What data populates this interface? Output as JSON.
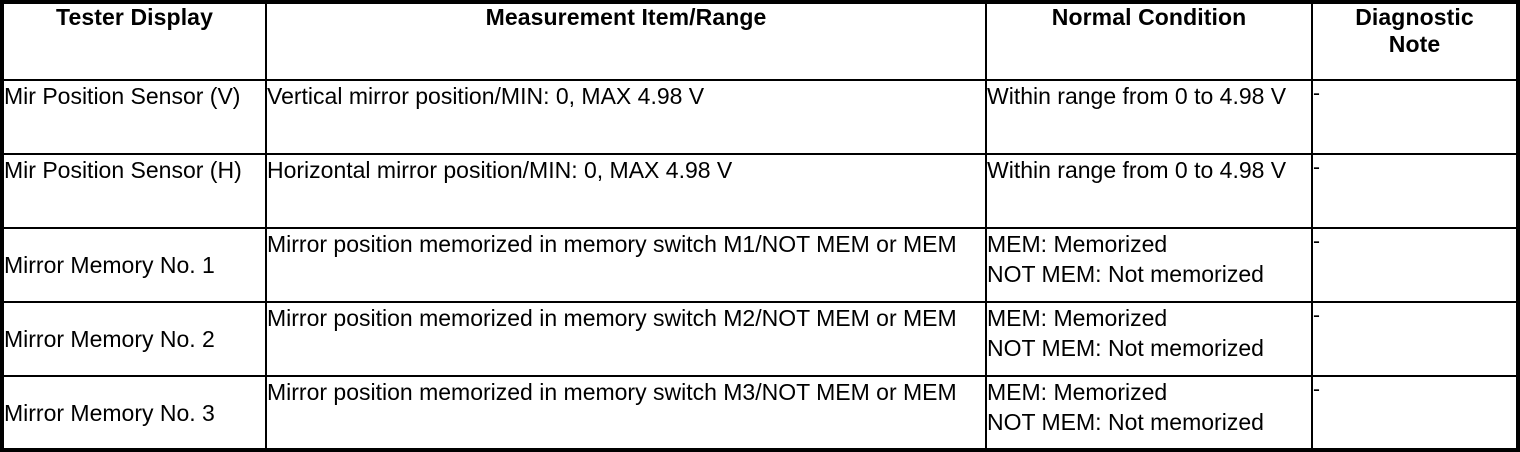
{
  "table": {
    "columns": [
      {
        "key": "tester_display",
        "header": "Tester Display"
      },
      {
        "key": "measurement_item_range",
        "header": "Measurement Item/Range"
      },
      {
        "key": "normal_condition",
        "header": "Normal Condition"
      },
      {
        "key": "diagnostic_note",
        "header": "Diagnostic\nNote"
      }
    ],
    "rows": [
      {
        "tester_display": "Mir Position Sensor (V)",
        "measurement_item_range": "Vertical mirror position/MIN: 0, MAX 4.98 V",
        "normal_condition": "Within range from 0 to 4.98 V",
        "diagnostic_note": "-"
      },
      {
        "tester_display": "Mir Position Sensor (H)",
        "measurement_item_range": "Horizontal mirror position/MIN: 0, MAX 4.98 V",
        "normal_condition": "Within range from 0 to 4.98 V",
        "diagnostic_note": "-"
      },
      {
        "tester_display": "Mirror Memory No. 1",
        "measurement_item_range": "Mirror position memorized in memory switch M1/NOT MEM or MEM",
        "normal_condition": "MEM: Memorized\nNOT MEM: Not memorized",
        "diagnostic_note": "-"
      },
      {
        "tester_display": "Mirror Memory No. 2",
        "measurement_item_range": "Mirror position memorized in memory switch M2/NOT MEM or MEM",
        "normal_condition": "MEM: Memorized\nNOT MEM: Not memorized",
        "diagnostic_note": "-"
      },
      {
        "tester_display": "Mirror Memory No. 3",
        "measurement_item_range": "Mirror position memorized in memory switch M3/NOT MEM or MEM",
        "normal_condition": "MEM: Memorized\nNOT MEM: Not memorized",
        "diagnostic_note": "-"
      }
    ]
  },
  "colors": {
    "border": "#000000",
    "background": "#ffffff",
    "text": "#000000"
  }
}
